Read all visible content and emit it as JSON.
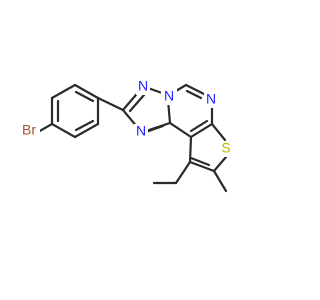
{
  "molecule": {
    "atoms": [
      {
        "id": "br",
        "label": "Br",
        "color": "#a0522d"
      },
      {
        "id": "n1",
        "label": "N",
        "color": "#1f1fff"
      },
      {
        "id": "n2",
        "label": "N",
        "color": "#1f1fff"
      },
      {
        "id": "n3",
        "label": "N",
        "color": "#1f1fff"
      },
      {
        "id": "n4",
        "label": "N",
        "color": "#1f1fff"
      },
      {
        "id": "s1",
        "label": "S",
        "color": "#c8b400"
      }
    ],
    "bond_color": "#2b2b2b"
  }
}
